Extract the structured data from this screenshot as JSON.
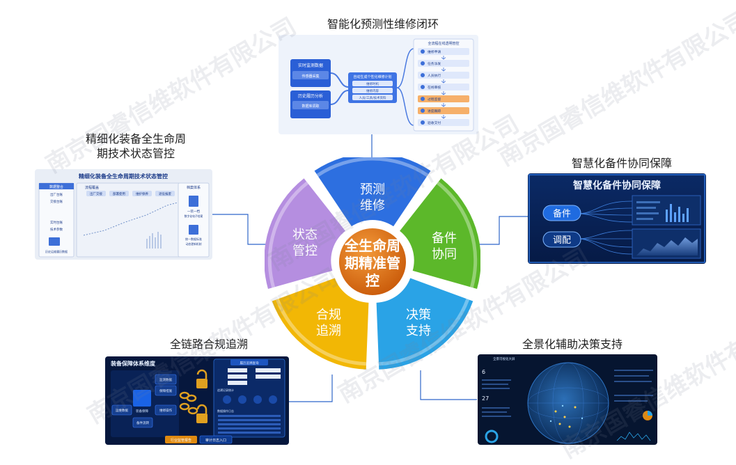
{
  "colors": {
    "blue": "#2d6fe0",
    "green": "#5cb82a",
    "cyan": "#2aa3e6",
    "yellow": "#f2b705",
    "purple": "#b58ee0",
    "center": "#e06a10"
  },
  "center": {
    "line1": "全生命周",
    "line2": "期精准管",
    "line3": "控"
  },
  "segments": {
    "predict": {
      "l1": "预测",
      "l2": "维修"
    },
    "spare": {
      "l1": "备件",
      "l2": "协同"
    },
    "decide": {
      "l1": "决策",
      "l2": "支持"
    },
    "comply": {
      "l1": "合规",
      "l2": "追溯"
    },
    "status": {
      "l1": "状态",
      "l2": "管控"
    }
  },
  "captions": {
    "top": "智能化预测性维修闭环",
    "left_l1": "精细化装备全生命周",
    "left_l2": "期技术状态管控",
    "right": "智慧化备件协同保障",
    "bottom_left": "全链路合规追溯",
    "bottom_right": "全景化辅助决策支持"
  },
  "panel_top": {
    "box1_title": "实时监测数据",
    "box1_sub": "传感器采集",
    "box2_title": "历史履历分析",
    "box2_sub": "数据库调取",
    "plan_title": "自动生成个性化维修计划",
    "plan_items": [
      "维修时机",
      "维修内容",
      "人员/工具/技术资料"
    ],
    "flow_title": "全流程在线透明管控",
    "flow_steps": [
      "维修申请",
      "任务派发",
      "人员执行",
      "在线审核",
      "过程监督",
      "进度跟踪",
      "验收交付"
    ]
  },
  "panel_left": {
    "title": "精细化装备全生命周期技术状态管控",
    "side_header": "数据整合",
    "side_items": [
      "出厂台账",
      "交接台账",
      "实时台账",
      "技术参数",
      "历史运维履历数据"
    ],
    "flow_header": "流程覆盖",
    "flow_items": [
      "出厂交接",
      "部署使用",
      "维护保养",
      "退役报废"
    ],
    "archive_header": "档案体系",
    "archive_item1": "一装一档",
    "archive_item1_sub": "数字化电子档案",
    "archive_item2": "统一数据标准",
    "archive_item2_sub": "动态更新机制"
  },
  "panel_right": {
    "title": "智慧化备件协同保障",
    "btn1": "备件",
    "btn2": "调配"
  },
  "panel_bl": {
    "title": "装备保障体系维度",
    "node_center": "装备保障",
    "node_tl": "监测数据",
    "node_tr": "保障措施",
    "node_ml": "运维数据",
    "node_mr": "维修操作",
    "node_bottom": "备件流转",
    "form_title": "履历追溯查询",
    "section1": "追溯记录统计",
    "section2": "数据操作日志",
    "btn1": "行业监管报告",
    "btn2": "审计日志入口"
  },
  "panel_br": {
    "title": "全景可视化大屏",
    "stat1": "6",
    "stat2": "27"
  },
  "watermark": "南京国睿信维软件有限公司"
}
